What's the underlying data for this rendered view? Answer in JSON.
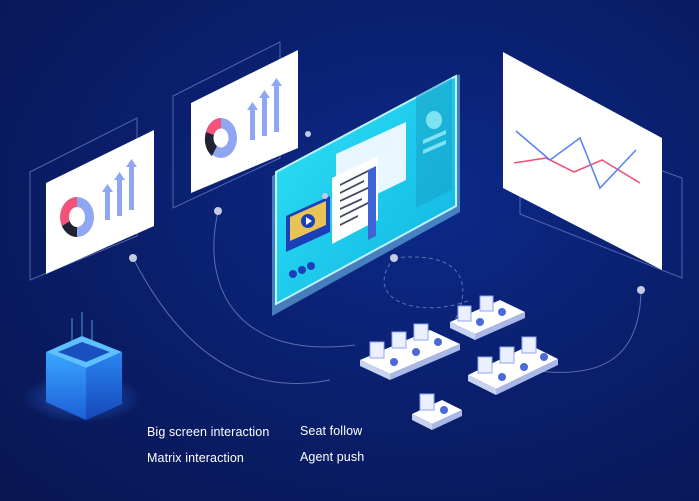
{
  "features": {
    "big_screen": "Big screen interaction",
    "matrix": "Matrix interaction",
    "seat_follow": "Seat follow",
    "agent_push": "Agent push"
  },
  "colors": {
    "background": "#0a1f6e",
    "screen_cyan": "#16d3ef",
    "chart_blue": "#8fa6f2",
    "chart_red": "#f3527a",
    "cube_blue": "#2f7cf0"
  },
  "icons": {
    "panels": [
      "donut-chart-icon",
      "bar-arrows-icon",
      "line-chart-icon",
      "video-play-icon"
    ],
    "desks": [
      "workstation-icon"
    ]
  }
}
